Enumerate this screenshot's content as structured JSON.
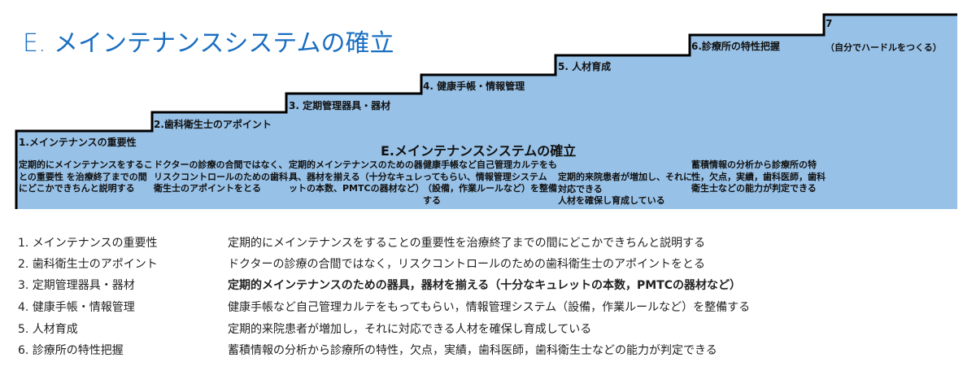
{
  "title": "E. メインテナンスシステムの確立",
  "center_title": "E.メインテナンスシステムの確立",
  "colors": {
    "fill": "#97c1e7",
    "title": "#1a6fc0",
    "outline": "#000000"
  },
  "steps": [
    {
      "label": "1.メインテナンスの重要性",
      "desc": "定期的にメインテナンスをすることの重要性\nを治療終了までの間にどこかできちんと説明する"
    },
    {
      "label": "2.歯科衛生士のアポイント",
      "desc": "ドクターの診療の合間ではなく、リスクコントロールのための歯科衛生士のアポイントをとる"
    },
    {
      "label": "3.  定期管理器具・器材",
      "desc": "定期的メインテナンスのための器具、器材を揃える（十分なキュレットの本数、PMTCの器材など）"
    },
    {
      "label": "4.  健康手帳・情報管理",
      "desc": "健康手帳など自己管理カルテをもってもらい、情報管理システム（設備，作業ルールなど）を整備する"
    },
    {
      "label": "5.  人材育成",
      "desc": "定期的来院患者が増加し、それに対応できる\n人材を確保し育成している"
    },
    {
      "label": "6.診療所の特性把握",
      "desc": "蓄積情報の分析から診療所の特性，欠点，実績，歯科医師，歯科衛生士などの能力が判定できる"
    },
    {
      "label": "7",
      "desc": "（自分でハードルをつくる）"
    }
  ],
  "list": [
    {
      "name": "1. メインテナンスの重要性",
      "text": "定期的にメインテナンスをすることの重要性を治療終了までの間にどこかできちんと説明する"
    },
    {
      "name": "2. 歯科衛生士のアポイント",
      "text": "ドクターの診療の合間ではなく，リスクコントロールのための歯科衛生士のアポイントをとる"
    },
    {
      "name": "3. 定期管理器具・器材",
      "text": "定期的メインテナンスのための器具，器材を揃える（十分なキュレットの本数，PMTCの器材など）"
    },
    {
      "name": "4. 健康手帳・情報管理",
      "text": "健康手帳など自己管理カルテをもってもらい，情報管理システム（設備，作業ルールなど）を整備する"
    },
    {
      "name": "5. 人材育成",
      "text": "定期的来院患者が増加し，それに対応できる人材を確保し育成している"
    },
    {
      "name": "6. 診療所の特性把握",
      "text": "蓄積情報の分析から診療所の特性，欠点，実績，歯科医師，歯科衛生士などの能力が判定できる"
    }
  ]
}
